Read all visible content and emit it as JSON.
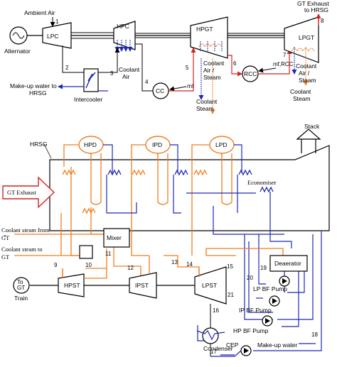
{
  "colors": {
    "steam": "#f07d1e",
    "water": "#1e28b4",
    "gas": "#d42222",
    "black": "#000000"
  },
  "top": {
    "ambient_air": "Ambient Air",
    "alternator": "Alternator",
    "lpc": "LPC",
    "hpc": "HPC",
    "hpgt": "HPGT",
    "lpgt": "LPGT",
    "cc": "CC",
    "rcc": "RCC",
    "intercooler": "Intercooler",
    "makeup_water_l1": "Make-up water to",
    "makeup_water_l2": "HRSG",
    "gt_exhaust_l1": "GT Exhaust",
    "gt_exhaust_l2": "to HRSG",
    "coolant_air_hpc_l1": "Coolant",
    "coolant_air_hpc_l2": "Air",
    "coolant_hpgt_l1": "Coolant",
    "coolant_hpgt_l2": "Air /",
    "coolant_hpgt_l3": "Steam",
    "coolant_steam_l1": "Coolant",
    "coolant_steam_l2": "Steam",
    "coolant_lpgt_l1": "Coolant",
    "coolant_lpgt_l2": "Air /",
    "coolant_lpgt_l3": "Steam",
    "coolant_steam_lpgt_l1": "Coolant",
    "coolant_steam_lpgt_l2": "Steam",
    "mf": "mf",
    "mf_rcc": "mf,RCC"
  },
  "bottom": {
    "hrsg": "HRSG",
    "stack": "Stack",
    "hpd": "HPD",
    "ipd": "IPD",
    "lpd": "LPD",
    "economiser": "Economiser",
    "gt_exhaust": "GT Exhaust",
    "coolant_from_l1": "Coolant steam from",
    "coolant_from_l2": "GT",
    "coolant_to_l1": "Coolant  steam  to",
    "coolant_to_l2": "GT",
    "mixer": "Mixer",
    "deaerator": "Deaerator",
    "hpst": "HPST",
    "ipst": "IPST",
    "lpst": "LPST",
    "to_gt_train_l1": "To",
    "to_gt_train_l2": "GT",
    "train": "Train",
    "lp_bf_pump": "LP BF Pump",
    "ip_bf_pump": "IP BF Pump",
    "hp_bf_pump": "HP BF Pump",
    "condenser": "Condenser",
    "cep": "CEP",
    "makeup_water": "Make-up water"
  },
  "state_points": [
    "1",
    "2",
    "3",
    "4",
    "5",
    "6",
    "7",
    "8",
    "9",
    "10",
    "11",
    "12",
    "13",
    "14",
    "15",
    "16",
    "17",
    "18",
    "19",
    "20",
    "21"
  ]
}
